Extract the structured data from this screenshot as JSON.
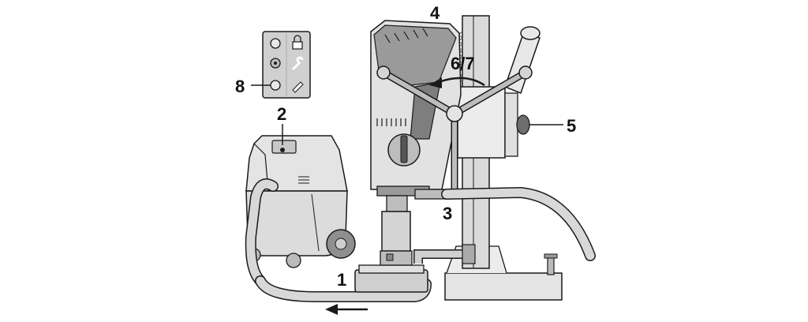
{
  "labels": {
    "l1": "1",
    "l2": "2",
    "l3": "3",
    "l4": "4",
    "l5": "5",
    "l67": "6/7",
    "l8": "8"
  },
  "colors": {
    "background": "#ffffff",
    "outline": "#1a1a1a",
    "body_light": "#e6e6e6",
    "body_mid": "#cfcfcf",
    "body_dark": "#8e8e8e",
    "panel": "#d0d0d0"
  }
}
